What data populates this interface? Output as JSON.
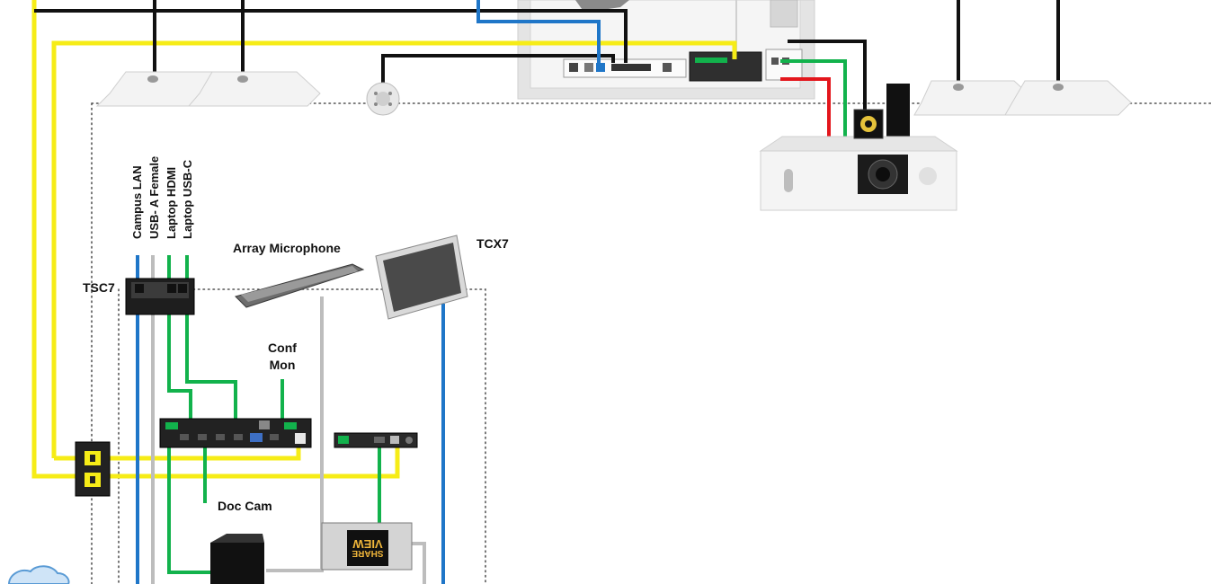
{
  "labels": {
    "campus_lan": "Campus LAN",
    "usb_a_female": "USB- A Female",
    "laptop_hdmi": "Laptop HDMI",
    "laptop_usbc": "Laptop USB-C",
    "tsc7": "TSC7",
    "array_microphone": "Array Microphone",
    "tcx7": "TCX7",
    "conf": "Conf",
    "mon": "Mon",
    "doc_cam": "Doc Cam"
  },
  "share_view": {
    "line1": "SHARE",
    "line2": "VIEW"
  },
  "cable_colors": {
    "power": "#f6ec17",
    "control": "#111111",
    "network": "#1f76c8",
    "hdmi": "#12b24c",
    "usb": "#bdbdbd",
    "red": "#e3161c"
  }
}
